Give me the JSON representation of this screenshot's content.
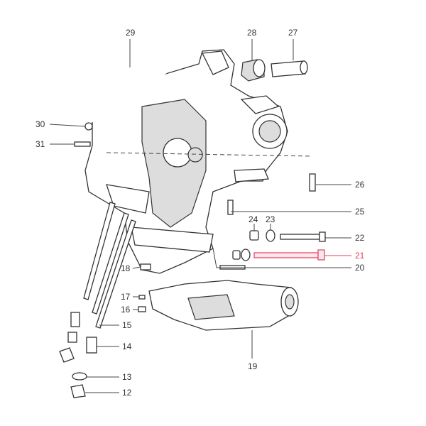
{
  "diagram": {
    "callouts": [
      {
        "id": "29",
        "label": "29"
      },
      {
        "id": "28",
        "label": "28"
      },
      {
        "id": "27",
        "label": "27"
      },
      {
        "id": "30",
        "label": "30"
      },
      {
        "id": "31",
        "label": "31"
      },
      {
        "id": "26",
        "label": "26"
      },
      {
        "id": "25",
        "label": "25"
      },
      {
        "id": "24",
        "label": "24"
      },
      {
        "id": "23",
        "label": "23"
      },
      {
        "id": "22",
        "label": "22"
      },
      {
        "id": "21",
        "label": "21",
        "highlighted": true
      },
      {
        "id": "20",
        "label": "20"
      },
      {
        "id": "18",
        "label": "18"
      },
      {
        "id": "17",
        "label": "17"
      },
      {
        "id": "16",
        "label": "16"
      },
      {
        "id": "15",
        "label": "15"
      },
      {
        "id": "14",
        "label": "14"
      },
      {
        "id": "13",
        "label": "13"
      },
      {
        "id": "12",
        "label": "12"
      },
      {
        "id": "19",
        "label": "19"
      }
    ],
    "colors": {
      "lines": "#333333",
      "highlight": "#e0405a"
    }
  }
}
